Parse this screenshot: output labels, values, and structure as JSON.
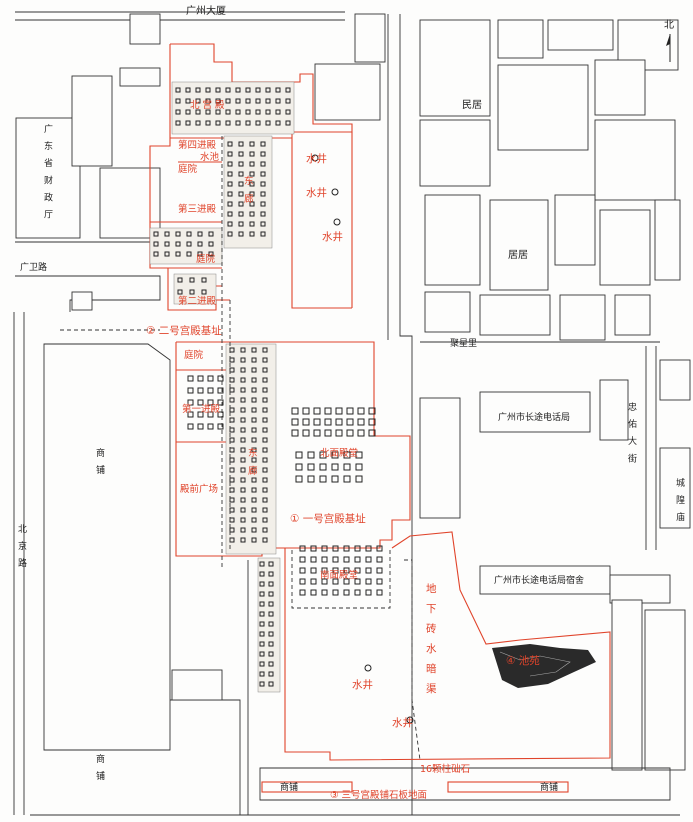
{
  "map": {
    "roads": {
      "guangzhou_dasha": "广州大厦",
      "guangwei_lu": "广卫路",
      "beijing_lu": "北京路",
      "zhongshan": "忠佑大街",
      "julong_li": "聚星里"
    },
    "north": "北",
    "buildings": {
      "caizheng_ting": "广东省财政厅",
      "minju_1": "民居",
      "minju_2": "居居",
      "changtu_dianhua": "广州市长途电话局",
      "changtu_dianhua_sushe": "广州市长途电话局宿舍",
      "chenghuang_miao": "城隍庙",
      "shangpu_1": "商铺",
      "shangpu_2": "商铺",
      "shangpu_3": "商铺",
      "shangpu_4": "商铺"
    },
    "sites": {
      "site2": "② 二号宫殿基址",
      "site1": "① 一号宫殿基址",
      "site3": "③ 三号宫殿铺石板地面",
      "site4": "④ 池苑",
      "di4jindian": "第四进殿",
      "di3jindian": "第三进殿",
      "di2jindian": "第二进殿",
      "di1jindian": "第一进殿",
      "houdian": "北  宫  殿",
      "tingyuan1": "庭院",
      "tingyuan2": "庭院",
      "tingyuan3": "庭院",
      "shuichi": "水池",
      "dongxiang1": "东 廊",
      "dongxiang2": "东 廊",
      "beimian_dianji": "北面殿堂",
      "nanmian_dianji": "南面殿堂",
      "dianqian_guangchang": "殿前广场",
      "dixia_qushui": "地下砖水暗渠",
      "zhushi": "16颗柱础石"
    },
    "wells": [
      "水井",
      "水井",
      "水井",
      "水井",
      "水井"
    ]
  }
}
